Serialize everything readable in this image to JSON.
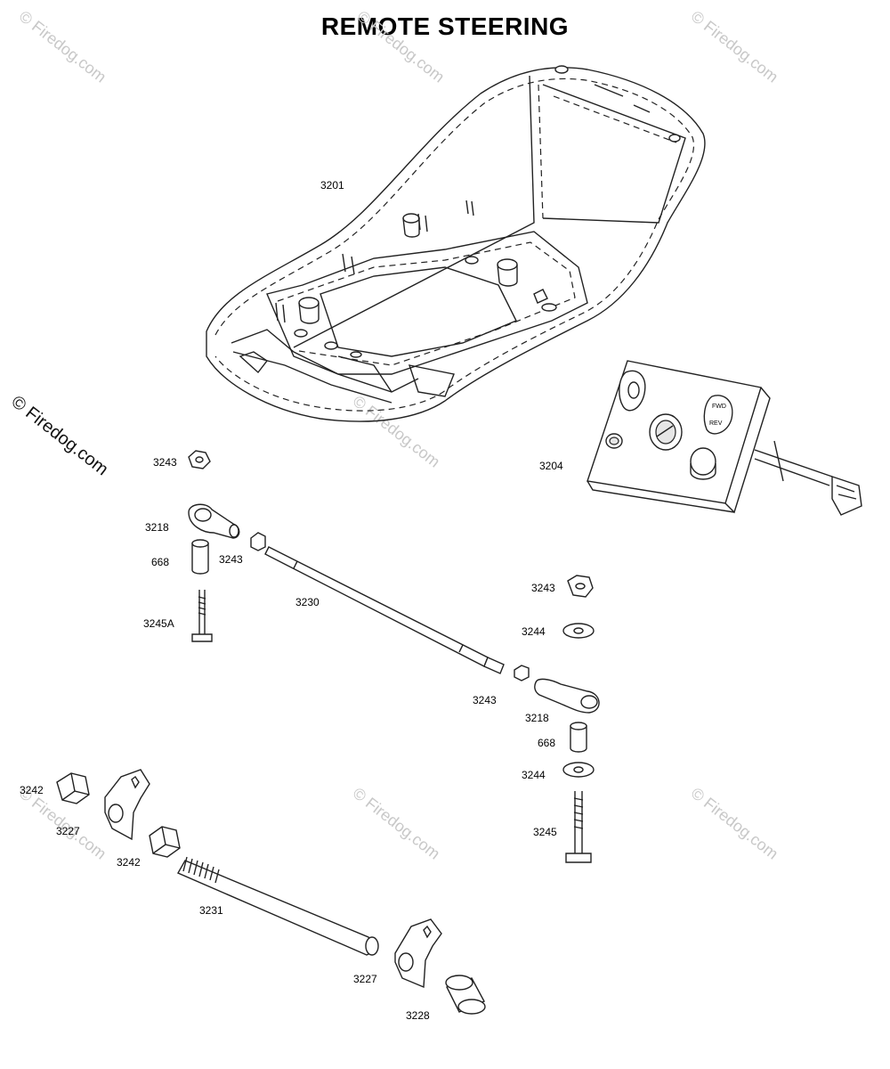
{
  "title": "REMOTE STEERING",
  "watermark": "© Firedog.com",
  "parts": [
    {
      "id": "3201"
    },
    {
      "id": "3204"
    },
    {
      "id": "3243"
    },
    {
      "id": "3218"
    },
    {
      "id": "668"
    },
    {
      "id": "3245A"
    },
    {
      "id": "3230"
    },
    {
      "id": "3244"
    },
    {
      "id": "3245"
    },
    {
      "id": "3242"
    },
    {
      "id": "3227"
    },
    {
      "id": "3231"
    },
    {
      "id": "3228"
    }
  ],
  "labels": {
    "l3201": "3201",
    "l3204": "3204",
    "l3243_a": "3243",
    "l3218_a": "3218",
    "l668_a": "668",
    "l3243_b": "3243",
    "l3245A": "3245A",
    "l3230": "3230",
    "l3243_c": "3243",
    "l3244_a": "3244",
    "l3243_d": "3243",
    "l3218_b": "3218",
    "l668_b": "668",
    "l3244_b": "3244",
    "l3245": "3245",
    "l3242_a": "3242",
    "l3227_a": "3227",
    "l3242_b": "3242",
    "l3231": "3231",
    "l3227_b": "3227",
    "l3228": "3228"
  },
  "switch_labels": {
    "forward": "FWD",
    "reverse": "REV"
  },
  "colors": {
    "line": "#222222",
    "watermark": "#c8c8c8",
    "background": "#ffffff"
  }
}
